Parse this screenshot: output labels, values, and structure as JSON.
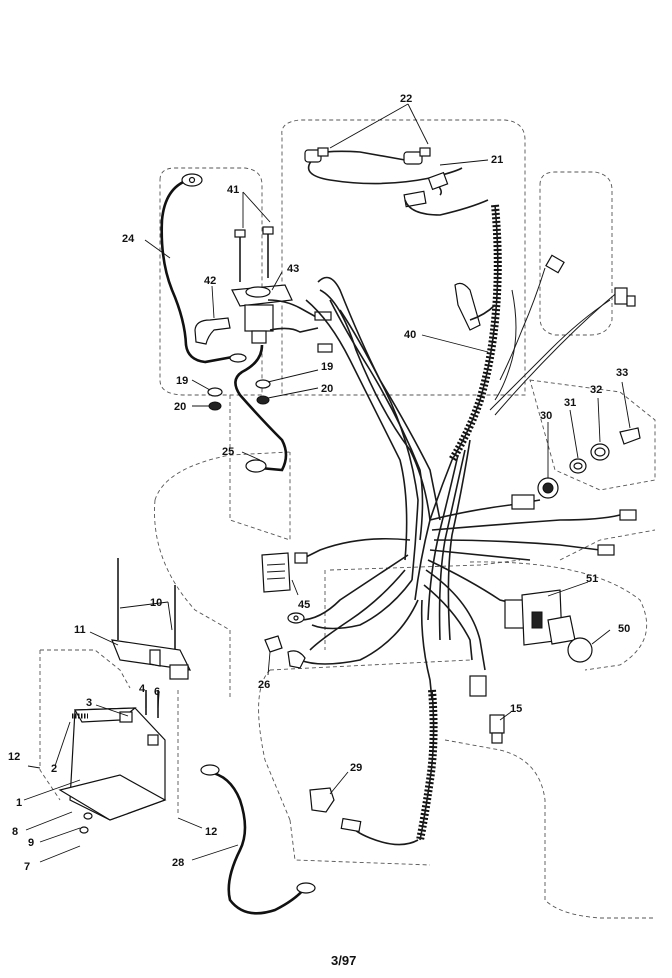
{
  "diagram": {
    "callouts": {
      "p22": "22",
      "p21": "21",
      "p41": "41",
      "p24": "24",
      "p43": "43",
      "p42": "42",
      "p40": "40",
      "p19a": "19",
      "p19b": "19",
      "p20a": "20",
      "p20b": "20",
      "p25": "25",
      "p33": "33",
      "p32": "32",
      "p31": "31",
      "p30": "30",
      "p10": "10",
      "p11": "11",
      "p45": "45",
      "p51": "51",
      "p50": "50",
      "p3": "3",
      "p4": "4",
      "p6": "6",
      "p26": "26",
      "p15": "15",
      "p12a": "12",
      "p2": "2",
      "p1": "1",
      "p29": "29",
      "p8": "8",
      "p12b": "12",
      "p9": "9",
      "p7": "7",
      "p28": "28"
    },
    "footer": "3/97"
  }
}
